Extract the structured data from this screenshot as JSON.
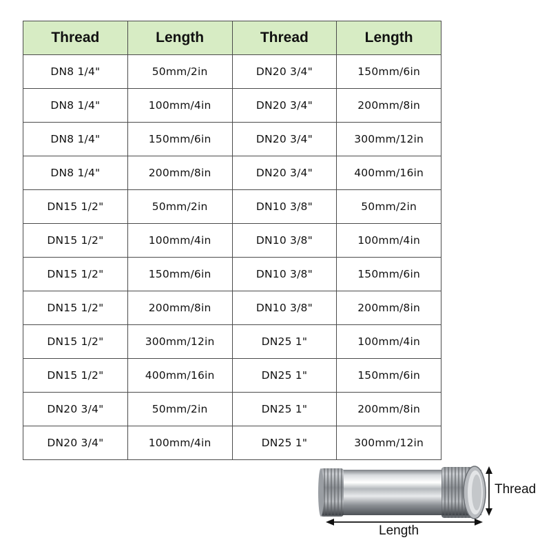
{
  "table": {
    "headers": [
      "Thread",
      "Length",
      "Thread",
      "Length"
    ],
    "rows": [
      [
        "DN8 1/4\"",
        "50mm/2in",
        "DN20 3/4\"",
        "150mm/6in"
      ],
      [
        "DN8 1/4\"",
        "100mm/4in",
        "DN20 3/4\"",
        "200mm/8in"
      ],
      [
        "DN8 1/4\"",
        "150mm/6in",
        "DN20 3/4\"",
        "300mm/12in"
      ],
      [
        "DN8 1/4\"",
        "200mm/8in",
        "DN20 3/4\"",
        "400mm/16in"
      ],
      [
        "DN15 1/2\"",
        "50mm/2in",
        "DN10 3/8\"",
        "50mm/2in"
      ],
      [
        "DN15 1/2\"",
        "100mm/4in",
        "DN10 3/8\"",
        "100mm/4in"
      ],
      [
        "DN15 1/2\"",
        "150mm/6in",
        "DN10 3/8\"",
        "150mm/6in"
      ],
      [
        "DN15 1/2\"",
        "200mm/8in",
        "DN10 3/8\"",
        "200mm/8in"
      ],
      [
        "DN15 1/2\"",
        "300mm/12in",
        "DN25 1\"",
        "100mm/4in"
      ],
      [
        "DN15 1/2\"",
        "400mm/16in",
        "DN25 1\"",
        "150mm/6in"
      ],
      [
        "DN20 3/4\"",
        "50mm/2in",
        "DN25 1\"",
        "200mm/8in"
      ],
      [
        "DN20 3/4\"",
        "100mm/4in",
        "DN25 1\"",
        "300mm/12in"
      ]
    ]
  },
  "diagram": {
    "thread_label": "Thread",
    "length_label": "Length",
    "header_fill_color": "#d7ecc4"
  }
}
